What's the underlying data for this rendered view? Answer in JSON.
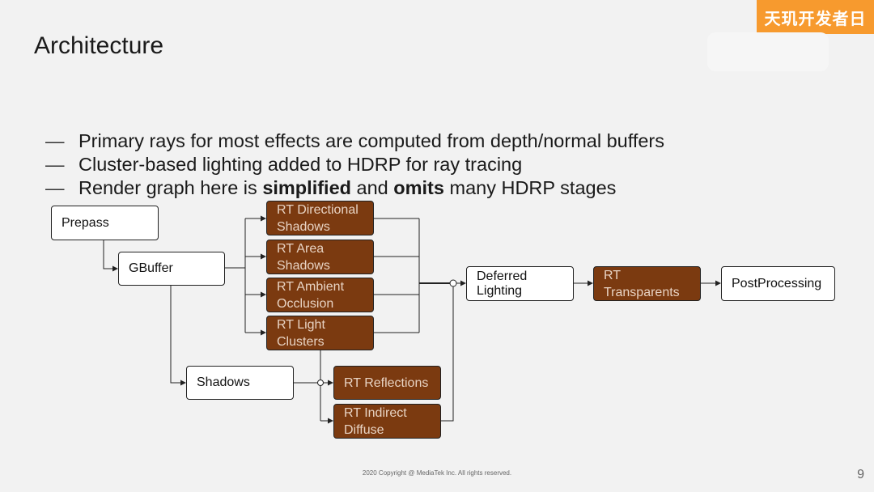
{
  "badge": "天玑开发者日",
  "title": "Architecture",
  "bullets": [
    {
      "dash": "—",
      "parts": [
        {
          "t": "Primary rays for most effects are computed from depth/normal buffers",
          "b": false
        }
      ]
    },
    {
      "dash": "—",
      "parts": [
        {
          "t": "Cluster-based lighting added to HDRP for ray tracing",
          "b": false
        }
      ]
    },
    {
      "dash": "—",
      "parts": [
        {
          "t": "Render graph here is ",
          "b": false
        },
        {
          "t": "simplified",
          "b": true
        },
        {
          "t": " and ",
          "b": false
        },
        {
          "t": "omits",
          "b": true
        },
        {
          "t": " many HDRP stages",
          "b": false
        }
      ]
    }
  ],
  "nodes": {
    "prepass": "Prepass",
    "gbuffer": "GBuffer",
    "rt_directional_shadows": "RT Directional\nShadows",
    "rt_area_shadows": "RT Area\nShadows",
    "rt_ambient_occlusion": "RT Ambient\nOcclusion",
    "rt_light_clusters": "RT Light\nClusters",
    "shadows": "Shadows",
    "rt_reflections": "RT Reflections",
    "rt_indirect_diffuse": "RT Indirect\nDiffuse",
    "deferred_lighting": "Deferred\nLighting",
    "rt_transparents": "RT\nTransparents",
    "postprocessing": "PostProcessing"
  },
  "colors": {
    "rt_fill": "#7b3a10",
    "badge": "#f79a2e",
    "background": "#f2f2f2"
  },
  "footer": "2020 Copyright @ MediaTek Inc. All rights reserved.",
  "page_number": "9"
}
